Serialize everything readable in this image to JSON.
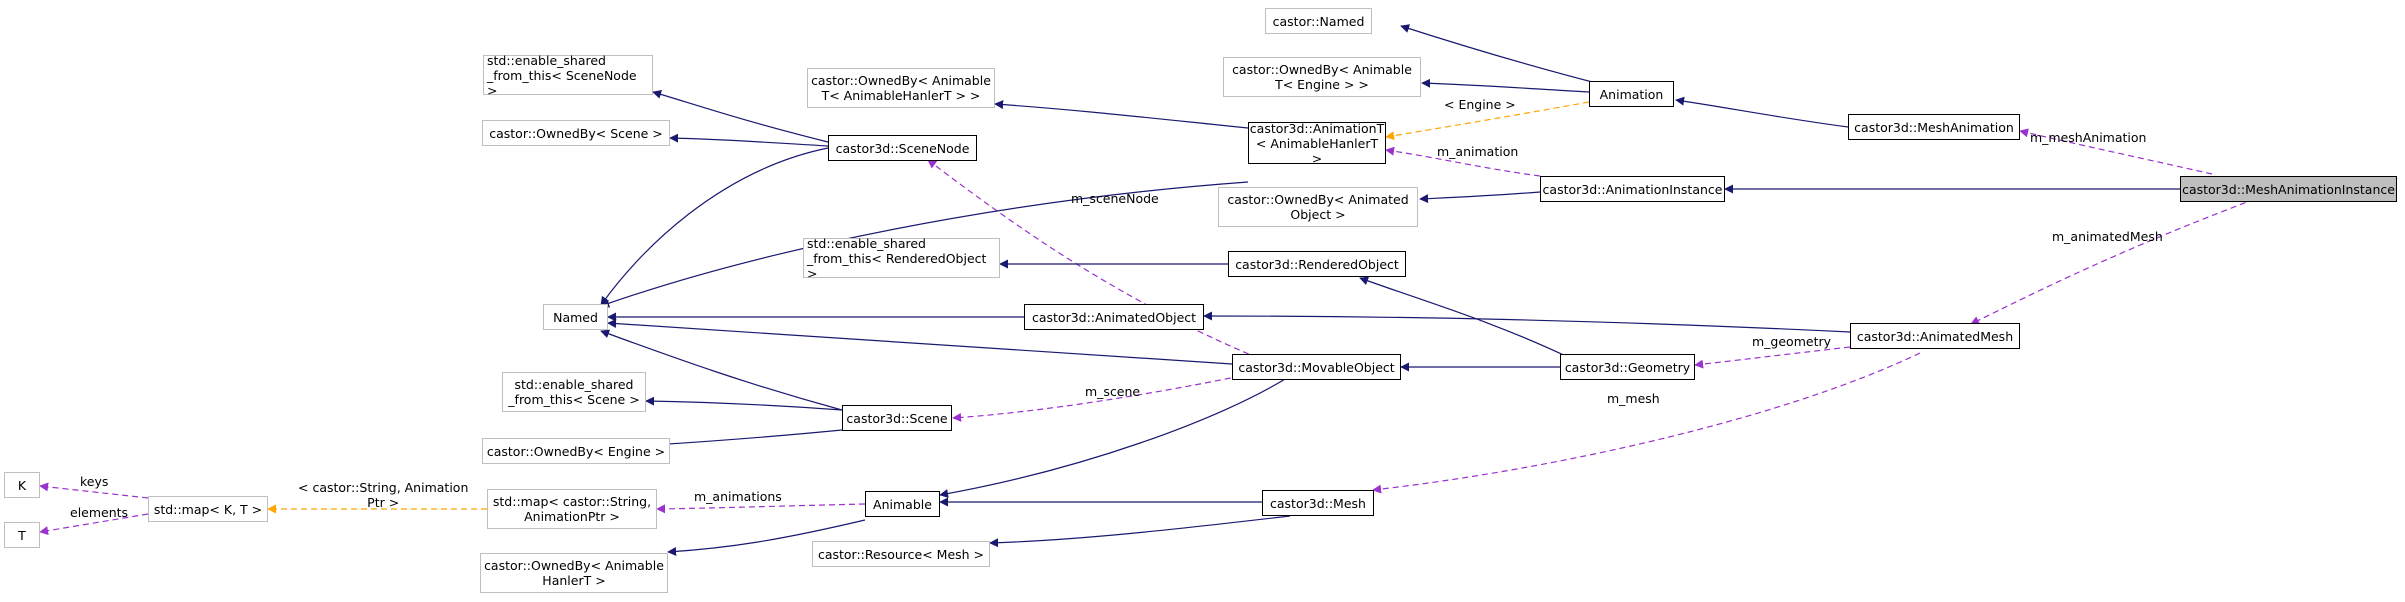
{
  "diagram": {
    "nodes": {
      "n_K": "K",
      "n_T": "T",
      "n_map_kt": "std::map< K, T >",
      "n_map_str_anim": "std::map< castor::String,\nAnimationPtr >",
      "n_ownedby_animable_hanler": "castor::OwnedBy< Animable\nHanlerT >",
      "n_animable": "Animable",
      "n_resource_mesh": "castor::Resource< Mesh >",
      "n_mesh": "castor3d::Mesh",
      "n_ownedby_engine": "castor::OwnedBy< Engine >",
      "n_scene": "castor3d::Scene",
      "n_shared_scene": "std::enable_shared\n_from_this< Scene >",
      "n_named": "Named",
      "n_movable": "castor3d::MovableObject",
      "n_geometry": "castor3d::Geometry",
      "n_animated_object": "castor3d::AnimatedObject",
      "n_animated_mesh": "castor3d::AnimatedMesh",
      "n_shared_rendered": "std::enable_shared\n_from_this< RenderedObject >",
      "n_rendered_object": "castor3d::RenderedObject",
      "n_shared_scenenode": "std::enable_shared\n_from_this< SceneNode >",
      "n_ownedby_scene": "castor::OwnedBy< Scene >",
      "n_scenenode": "castor3d::SceneNode",
      "n_ownedby_animable_t": "castor::OwnedBy< Animable\nT< AnimableHanlerT > >",
      "n_animation_t": "castor3d::AnimationT\n< AnimableHanlerT >",
      "n_ownedby_animated_object": "castor::OwnedBy< Animated\nObject >",
      "n_animation_instance": "castor3d::AnimationInstance",
      "n_castor_named": "castor::Named",
      "n_ownedby_animation_engine": "castor::OwnedBy< Animable\nT< Engine > >",
      "n_animation": "Animation",
      "n_mesh_animation": "castor3d::MeshAnimation",
      "n_mesh_animation_instance": "castor3d::MeshAnimationInstance"
    },
    "edge_labels": {
      "keys": "keys",
      "elements": "elements",
      "string_animation_ptr": "< castor::String, Animation\nPtr >",
      "m_animations": "m_animations",
      "m_scene": "m_scene",
      "m_scenenode": "m_sceneNode",
      "m_mesh": "m_mesh",
      "m_geometry": "m_geometry",
      "m_animation": "m_animation",
      "engine": "< Engine >",
      "m_mesh_animation": "m_meshAnimation",
      "m_animated_mesh": "m_animatedMesh"
    },
    "colors": {
      "inheritance": "#191970",
      "usage": "#9a32cd",
      "template": "#ffa500",
      "focus_fill": "#bfbfbf",
      "external_border": "#bfbfbf"
    }
  }
}
